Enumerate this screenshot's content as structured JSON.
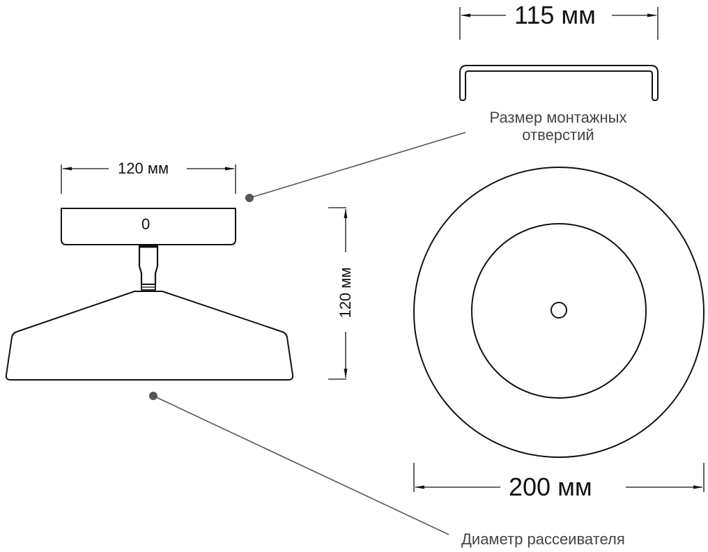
{
  "diagram": {
    "type": "technical-dimension-drawing",
    "colors": {
      "line": "#111111",
      "leader": "#555555",
      "text": "#111111",
      "note_text": "#444444",
      "background": "#ffffff"
    },
    "dimensions": {
      "mount_hole_spacing": "115 мм",
      "canopy_width": "120 мм",
      "total_height": "120 мм",
      "diffuser_diameter": "200 мм"
    },
    "canopy_marking": "0",
    "notes": {
      "mount_holes_line1": "Размер монтажных",
      "mount_holes_line2": "отверстий",
      "diffuser_diameter": "Диаметр рассеивателя"
    },
    "views": [
      "side-view",
      "top-view",
      "mounting-bracket"
    ]
  }
}
